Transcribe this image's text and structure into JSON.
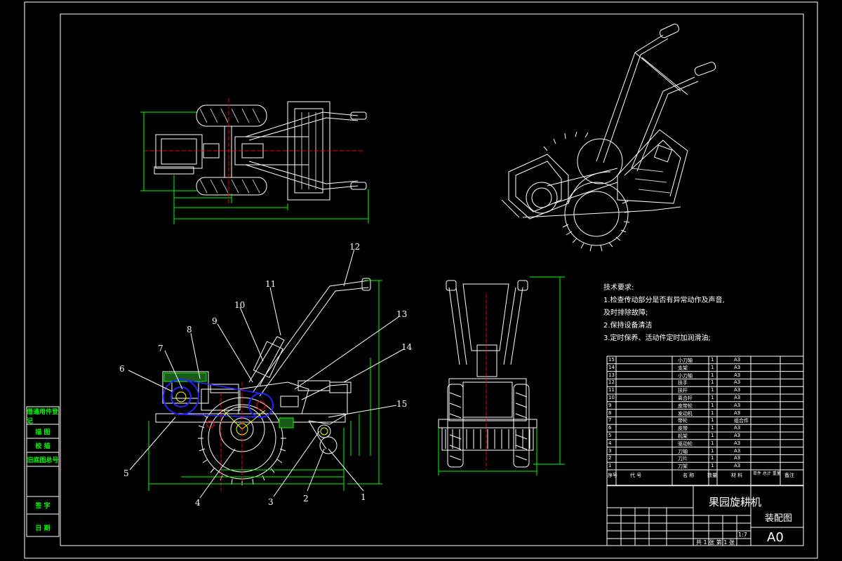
{
  "side_table": [
    "借通用件登记",
    "描 图",
    "校 描",
    "旧底图总号",
    "签 字",
    "日 期"
  ],
  "tech_requirements": {
    "heading": "技术要求:",
    "items": [
      "1.检查传动部分是否有异常动作及声音,",
      "及时排除故障;",
      "2.保持设备清洁",
      "3.定时保养、活动件定时加润滑油;"
    ]
  },
  "callouts": [
    "1",
    "2",
    "3",
    "4",
    "5",
    "6",
    "7",
    "8",
    "9",
    "10",
    "11",
    "12",
    "13",
    "14",
    "15"
  ],
  "bom": {
    "rows": [
      {
        "no": "15",
        "name": "小刀轴",
        "qty": "1",
        "mat": "A3"
      },
      {
        "no": "14",
        "name": "支架",
        "qty": "1",
        "mat": "A3"
      },
      {
        "no": "13",
        "name": "小刀轴",
        "qty": "1",
        "mat": "A3"
      },
      {
        "no": "12",
        "name": "扶手",
        "qty": "1",
        "mat": "A3"
      },
      {
        "no": "11",
        "name": "扶杆",
        "qty": "1",
        "mat": "A3"
      },
      {
        "no": "10",
        "name": "离合杆",
        "qty": "1",
        "mat": "A3"
      },
      {
        "no": "9",
        "name": "皮带轮",
        "qty": "1",
        "mat": "A3"
      },
      {
        "no": "8",
        "name": "发动机",
        "qty": "1",
        "mat": "A3"
      },
      {
        "no": "7",
        "name": "带轮",
        "qty": "1",
        "mat": "组合件"
      },
      {
        "no": "6",
        "name": "皮带",
        "qty": "1",
        "mat": "A3"
      },
      {
        "no": "5",
        "name": "机架",
        "qty": "1",
        "mat": "A3"
      },
      {
        "no": "4",
        "name": "驱动轮",
        "qty": "1",
        "mat": "A3"
      },
      {
        "no": "3",
        "name": "刀轴",
        "qty": "1",
        "mat": "A3"
      },
      {
        "no": "2",
        "name": "刀片",
        "qty": "1",
        "mat": "A3"
      },
      {
        "no": "1",
        "name": "刀架",
        "qty": "1",
        "mat": "A3"
      }
    ],
    "header": {
      "no": "序号",
      "code": "代 号",
      "name": "名 称",
      "qty": "数量",
      "mat": "材 料",
      "weight": "单件 总计 重量",
      "remark": "备注"
    }
  },
  "title_block": {
    "title": "果园旋耕机",
    "drawing_type": "装配图",
    "sheet_size": "A0",
    "scale": "1:7",
    "sheet_info": "共 1 张  第 1 张"
  }
}
